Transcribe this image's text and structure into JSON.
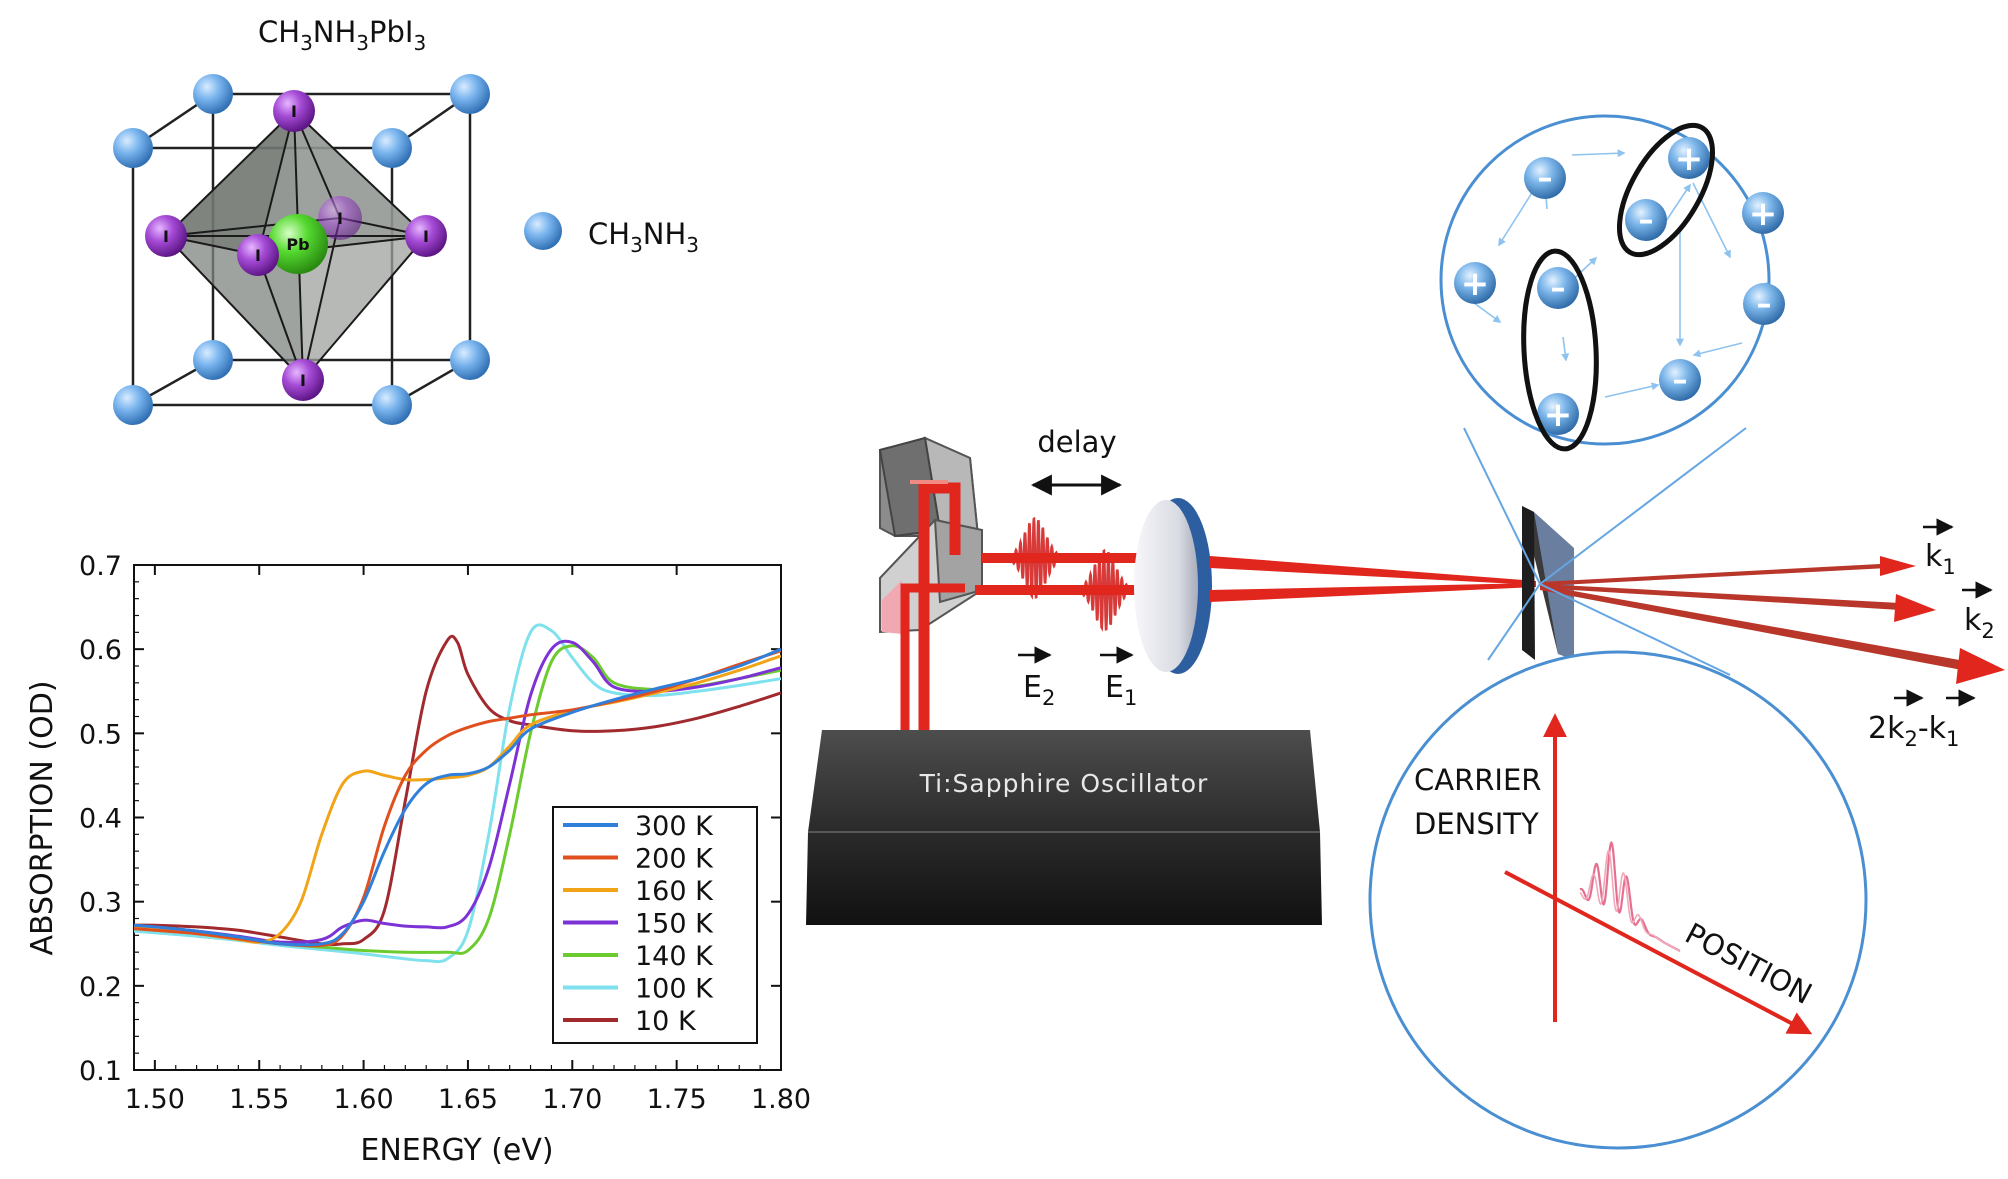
{
  "crystal": {
    "formula_main": "CH",
    "formula_sub1": "3",
    "formula_mid": "NH",
    "formula_sub2": "3",
    "formula_end": "PbI",
    "formula_sub3": "3",
    "legend_main": "CH",
    "legend_sub1": "3",
    "legend_mid": "NH",
    "legend_sub2": "3",
    "iodine_label": "I",
    "lead_label": "Pb",
    "colors": {
      "cation": "#6aa9e6",
      "iodine": "#9b3fc4",
      "lead": "#48d12c",
      "octahedron": "#8a8f8a"
    }
  },
  "chart_data": {
    "type": "line",
    "xlabel": "ENERGY (eV)",
    "ylabel": "ABSORPTION (OD)",
    "xlim": [
      1.49,
      1.8
    ],
    "ylim": [
      0.1,
      0.7
    ],
    "xticks": [
      "1.50",
      "1.55",
      "1.60",
      "1.65",
      "1.70",
      "1.75",
      "1.80"
    ],
    "yticks": [
      "0.1",
      "0.2",
      "0.3",
      "0.4",
      "0.5",
      "0.6",
      "0.7"
    ],
    "legend_position": "lower-right",
    "series": [
      {
        "name": "300 K",
        "color": "#2f7fdb",
        "x": [
          1.49,
          1.5,
          1.52,
          1.54,
          1.56,
          1.58,
          1.59,
          1.6,
          1.61,
          1.62,
          1.63,
          1.64,
          1.65,
          1.66,
          1.67,
          1.68,
          1.7,
          1.72,
          1.74,
          1.76,
          1.78,
          1.8
        ],
        "y": [
          0.272,
          0.27,
          0.265,
          0.258,
          0.25,
          0.25,
          0.262,
          0.3,
          0.36,
          0.41,
          0.44,
          0.45,
          0.452,
          0.46,
          0.48,
          0.505,
          0.525,
          0.54,
          0.553,
          0.565,
          0.58,
          0.6
        ]
      },
      {
        "name": "200 K",
        "color": "#e0501f",
        "x": [
          1.49,
          1.5,
          1.52,
          1.54,
          1.56,
          1.58,
          1.59,
          1.6,
          1.61,
          1.62,
          1.63,
          1.64,
          1.65,
          1.66,
          1.67,
          1.68,
          1.7,
          1.72,
          1.74,
          1.76,
          1.78,
          1.8
        ],
        "y": [
          0.268,
          0.266,
          0.262,
          0.256,
          0.25,
          0.248,
          0.26,
          0.305,
          0.39,
          0.45,
          0.48,
          0.497,
          0.507,
          0.514,
          0.518,
          0.522,
          0.528,
          0.538,
          0.55,
          0.565,
          0.582,
          0.598
        ]
      },
      {
        "name": "160 K",
        "color": "#f2a418",
        "x": [
          1.49,
          1.5,
          1.52,
          1.54,
          1.55,
          1.56,
          1.57,
          1.58,
          1.59,
          1.6,
          1.61,
          1.62,
          1.63,
          1.64,
          1.65,
          1.66,
          1.67,
          1.68,
          1.7,
          1.72,
          1.74,
          1.76,
          1.78,
          1.8
        ],
        "y": [
          0.27,
          0.268,
          0.262,
          0.255,
          0.252,
          0.262,
          0.3,
          0.38,
          0.44,
          0.455,
          0.45,
          0.445,
          0.445,
          0.447,
          0.45,
          0.46,
          0.485,
          0.51,
          0.527,
          0.537,
          0.548,
          0.56,
          0.575,
          0.592
        ]
      },
      {
        "name": "150 K",
        "color": "#7d32d6",
        "x": [
          1.49,
          1.5,
          1.52,
          1.54,
          1.56,
          1.58,
          1.59,
          1.6,
          1.61,
          1.62,
          1.63,
          1.64,
          1.65,
          1.66,
          1.67,
          1.68,
          1.69,
          1.7,
          1.71,
          1.72,
          1.74,
          1.76,
          1.78,
          1.8
        ],
        "y": [
          0.27,
          0.269,
          0.265,
          0.259,
          0.252,
          0.255,
          0.27,
          0.278,
          0.274,
          0.271,
          0.27,
          0.27,
          0.285,
          0.34,
          0.44,
          0.545,
          0.6,
          0.608,
          0.585,
          0.555,
          0.55,
          0.555,
          0.565,
          0.578
        ]
      },
      {
        "name": "140 K",
        "color": "#6ccb2e",
        "x": [
          1.49,
          1.5,
          1.52,
          1.54,
          1.56,
          1.58,
          1.6,
          1.62,
          1.64,
          1.65,
          1.66,
          1.67,
          1.68,
          1.69,
          1.7,
          1.71,
          1.72,
          1.74,
          1.76,
          1.78,
          1.8
        ],
        "y": [
          0.268,
          0.266,
          0.262,
          0.256,
          0.25,
          0.246,
          0.242,
          0.24,
          0.24,
          0.242,
          0.28,
          0.38,
          0.5,
          0.585,
          0.604,
          0.59,
          0.56,
          0.552,
          0.556,
          0.565,
          0.575
        ]
      },
      {
        "name": "100 K",
        "color": "#7fe1ee",
        "x": [
          1.49,
          1.5,
          1.52,
          1.54,
          1.56,
          1.58,
          1.6,
          1.62,
          1.63,
          1.64,
          1.65,
          1.66,
          1.67,
          1.68,
          1.69,
          1.7,
          1.71,
          1.72,
          1.74,
          1.76,
          1.78,
          1.8
        ],
        "y": [
          0.265,
          0.263,
          0.259,
          0.254,
          0.248,
          0.243,
          0.238,
          0.232,
          0.23,
          0.232,
          0.265,
          0.38,
          0.53,
          0.62,
          0.622,
          0.59,
          0.56,
          0.548,
          0.545,
          0.55,
          0.557,
          0.565
        ]
      },
      {
        "name": "10 K",
        "color": "#a12a2e",
        "x": [
          1.49,
          1.5,
          1.52,
          1.54,
          1.56,
          1.58,
          1.59,
          1.6,
          1.61,
          1.62,
          1.63,
          1.64,
          1.645,
          1.65,
          1.66,
          1.67,
          1.68,
          1.7,
          1.72,
          1.74,
          1.76,
          1.78,
          1.8
        ],
        "y": [
          0.272,
          0.272,
          0.27,
          0.266,
          0.258,
          0.25,
          0.25,
          0.255,
          0.29,
          0.42,
          0.55,
          0.61,
          0.608,
          0.57,
          0.53,
          0.515,
          0.51,
          0.503,
          0.503,
          0.508,
          0.518,
          0.532,
          0.548
        ]
      }
    ]
  },
  "setup": {
    "delay_label": "delay",
    "e2_label": "E",
    "e2_sub": "2",
    "e1_label": "E",
    "e1_sub": "1",
    "oscillator_label": "Ti:Sapphire Oscillator",
    "k1_label": "k",
    "k1_sub": "1",
    "k2_label": "k",
    "k2_sub": "2",
    "k3_pre": "2k",
    "k3_sub2": "2",
    "k3_dash": "-k",
    "k3_sub1": "1",
    "colors": {
      "beam": "#e0261d",
      "circle": "#4a8fd1",
      "carrier_arrows": "#8fc3ef"
    }
  },
  "zoom_top": {
    "plus_sign": "+",
    "minus_sign": "–"
  },
  "zoom_bottom": {
    "ylabel_line1": "CARRIER",
    "ylabel_line2": "DENSITY",
    "xlabel": "POSITION"
  }
}
